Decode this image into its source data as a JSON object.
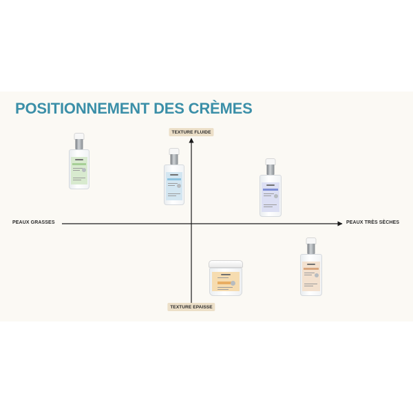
{
  "title": "POSITIONNEMENT DES CRÈMES",
  "axes": {
    "top": "TEXTURE FLUIDE",
    "bottom": "TEXTURE EPAISSE",
    "left": "PEAUX GRASSES",
    "right": "PEAUX TRÈS SÈCHES"
  },
  "colors": {
    "title": "#3b8fa8",
    "panel": "#fbf9f4",
    "label_box": "#ecdfc8",
    "axis": "#1a1a1a"
  },
  "products": [
    {
      "icon": "pump-bottle-icon",
      "label_color": "#d8eacf",
      "accent": "#a6cf96"
    },
    {
      "icon": "pump-bottle-icon",
      "label_color": "#d3e6f1",
      "accent": "#8fc3df"
    },
    {
      "icon": "pump-bottle-icon",
      "label_color": "#dcdff3",
      "accent": "#7f8fd6"
    },
    {
      "icon": "jar-icon",
      "label_color": "#f6dcb0",
      "accent": "#e9ad62"
    },
    {
      "icon": "pump-bottle-icon",
      "label_color": "#f3e1cf",
      "accent": "#d9a77f"
    }
  ]
}
